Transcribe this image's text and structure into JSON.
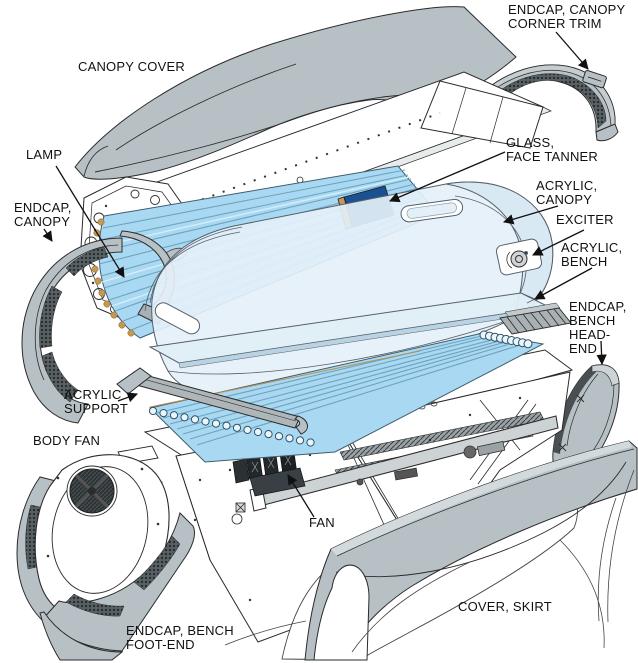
{
  "diagram": {
    "kind": "exploded-parts-diagram"
  },
  "colors": {
    "part_gray": "#b7c1c5",
    "rim_gray": "#d3dadd",
    "lamp_blue": "#a9d9f2",
    "acrylic_blue": "#e4f0f8",
    "glass_navy": "#1b5191",
    "lamp_holder_tan": "#c49a52",
    "mesh_dark": "#23282b",
    "line": "#2b2b2b",
    "label_text": "#111111",
    "background": "#ffffff"
  },
  "labels": {
    "endcap_canopy_corner_trim": {
      "text": "ENDCAP, CANOPY\nCORNER TRIM"
    },
    "canopy_cover": {
      "text": "CANOPY COVER"
    },
    "lamp": {
      "text": "LAMP"
    },
    "glass_face_tanner": {
      "text": "GLASS,\nFACE TANNER"
    },
    "endcap_canopy": {
      "text": "ENDCAP,\nCANOPY"
    },
    "acrylic_canopy": {
      "text": "ACRYLIC,\nCANOPY"
    },
    "exciter": {
      "text": "EXCITER"
    },
    "acrylic_bench": {
      "text": "ACRYLIC,\nBENCH"
    },
    "endcap_bench_head_end": {
      "text": "ENDCAP,\nBENCH\nHEAD-END"
    },
    "acrylic_support": {
      "text": "ACRYLIC\nSUPPORT"
    },
    "body_fan": {
      "text": "BODY FAN"
    },
    "fan": {
      "text": "FAN"
    },
    "endcap_bench_foot_end": {
      "text": "ENDCAP, BENCH\nFOOT-END"
    },
    "cover_skirt": {
      "text": "COVER, SKIRT"
    }
  }
}
